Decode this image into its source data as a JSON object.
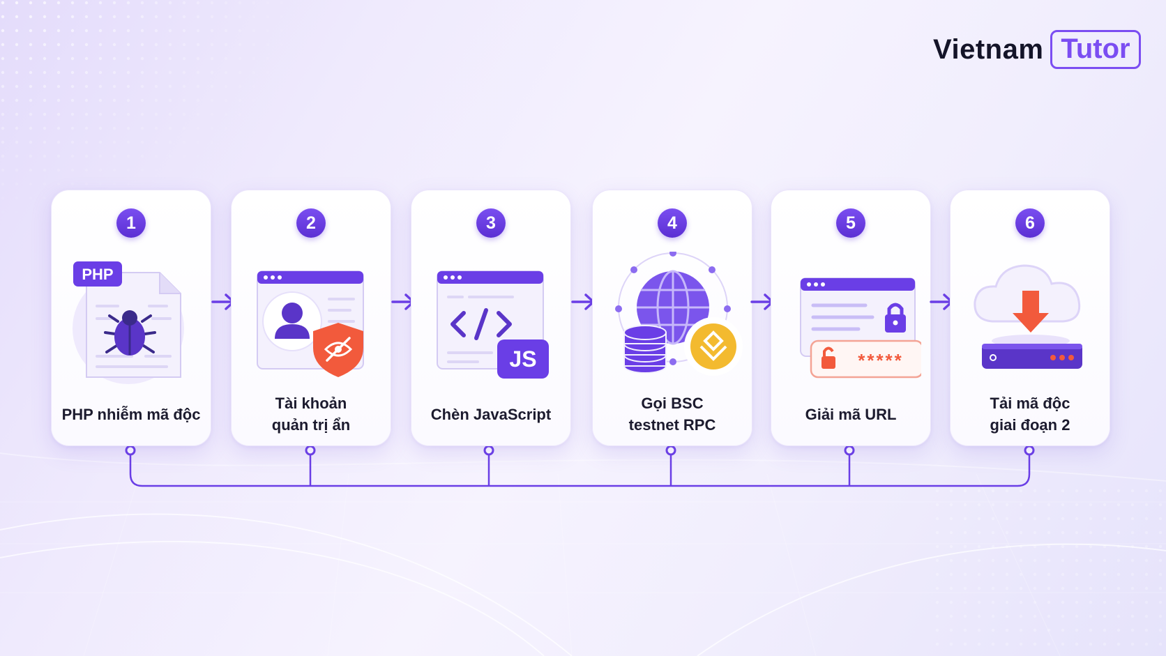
{
  "brand": {
    "name": "Vietnam",
    "boxed": "Tutor"
  },
  "steps": [
    {
      "number": "1",
      "label": "PHP nhiễm mã độc",
      "tag": "PHP",
      "icon": "php-bug-file-icon"
    },
    {
      "number": "2",
      "label": "Tài khoản\nquản trị ẩn",
      "icon": "hidden-admin-icon"
    },
    {
      "number": "3",
      "label": "Chèn JavaScript",
      "tag": "JS",
      "icon": "javascript-inject-icon"
    },
    {
      "number": "4",
      "label": "Gọi BSC\ntestnet RPC",
      "icon": "bsc-globe-icon"
    },
    {
      "number": "5",
      "label": "Giải mã URL",
      "password": "*****",
      "icon": "decode-url-icon"
    },
    {
      "number": "6",
      "label": "Tải mã độc\ngiai đoạn 2",
      "icon": "cloud-download-icon"
    }
  ],
  "colors": {
    "accent": "#6a3ee6",
    "warning": "#f25a3c",
    "bnb": "#f3ba2f",
    "background": "#efeafd"
  }
}
